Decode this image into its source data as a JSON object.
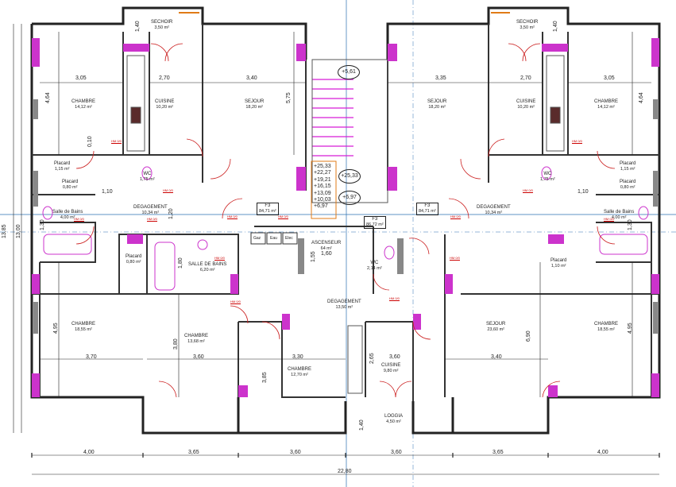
{
  "rooms": {
    "sechoir_l": {
      "name": "SECHOIR",
      "area": "3,50 m²"
    },
    "sechoir_r": {
      "name": "SECHOIR",
      "area": "3,50 m²"
    },
    "chambre_tl": {
      "name": "CHAMBRE",
      "area": "14,12 m²"
    },
    "cuisine_tl": {
      "name": "CUISINE",
      "area": "10,20 m²"
    },
    "sejour_tl": {
      "name": "SEJOUR",
      "area": "18,20 m²"
    },
    "sejour_tr": {
      "name": "SEJOUR",
      "area": "18,20 m²"
    },
    "cuisine_tr": {
      "name": "CUISINE",
      "area": "10,20 m²"
    },
    "chambre_tr": {
      "name": "CHAMBRE",
      "area": "14,12 m²"
    },
    "placard_l": {
      "name": "Placard",
      "area": "1,15 m²"
    },
    "placard_l2": {
      "name": "Placard",
      "area": "0,80 m²"
    },
    "placard_r": {
      "name": "Placard",
      "area": "1,15 m²"
    },
    "placard_r2": {
      "name": "Placard",
      "area": "0,80 m²"
    },
    "wc_l": {
      "name": "WC",
      "area": "1,75 m²"
    },
    "wc_r": {
      "name": "WC",
      "area": "1,75 m²"
    },
    "sdb_l": {
      "name": "Salle de Bains",
      "area": "4,00 m²"
    },
    "sdb_r": {
      "name": "Salle de Bains",
      "area": "4,00 m²"
    },
    "deg_l": {
      "name": "DEGAGEMENT",
      "area": "10,34 m²"
    },
    "deg_r": {
      "name": "DEGAGEMENT",
      "area": "10,34 m²"
    },
    "f3_l": {
      "name": "F3",
      "area": "84,71 m²"
    },
    "f3_r": {
      "name": "F3",
      "area": "84,71 m²"
    },
    "f3_m": {
      "name": "F3",
      "area": "86,72 m²"
    },
    "placard_bl": {
      "name": "Placard",
      "area": "0,80 m²"
    },
    "placard_br": {
      "name": "Placard",
      "area": "1,10 m²"
    },
    "sdb_m": {
      "name": "SALLE DE BAINS",
      "area": "6,20 m²"
    },
    "ascenseur": {
      "name": "ASCENSEUR",
      "area": "64 m²"
    },
    "wc_m": {
      "name": "WC",
      "area": "2,14 m²"
    },
    "deg_m": {
      "name": "DEGAGEMENT",
      "area": "13,50 m²"
    },
    "chambre_bl": {
      "name": "CHAMBRE",
      "area": "18,55 m²"
    },
    "chambre_bl2": {
      "name": "CHAMBRE",
      "area": "13,68 m²"
    },
    "chambre_bm": {
      "name": "CHAMBRE",
      "area": "12,70 m²"
    },
    "cuisine_bm": {
      "name": "CUISINE",
      "area": "9,80 m²"
    },
    "sejour_br": {
      "name": "SEJOUR",
      "area": "23,60 m²"
    },
    "chambre_br": {
      "name": "CHAMBRE",
      "area": "18,55 m²"
    },
    "loggia": {
      "name": "LOGGIA",
      "area": "4,50 m²"
    }
  },
  "shafts": {
    "gaz": "Gaz",
    "eau": "Eau",
    "elec": "Elec"
  },
  "levels": [
    "+25,33",
    "+22,27",
    "+19,21",
    "+16,15",
    "+13,09",
    "+10,03",
    "+6,97"
  ],
  "level_marks": {
    "stair_top": "+5,61",
    "c1": "+25,33",
    "c2": "+6,97"
  },
  "dims": {
    "d_305_l": "3,05",
    "d_270_l": "2,70",
    "d_340_l": "3,40",
    "d_335_r": "3,35",
    "d_270_r": "2,70",
    "d_305_r": "3,05",
    "d_464_l": "4,64",
    "d_464_r": "4,64",
    "d_575": "5,75",
    "d_140_tl": "1,40",
    "d_140_tr": "1,40",
    "d_110_l": "1,10",
    "d_110_r": "1,10",
    "d_120": "1,20",
    "d_130_l": "1,30",
    "d_130_r": "1,30",
    "d_180": "1,80",
    "d_155": "1,55",
    "d_160": "1,60",
    "d_495_l": "4,95",
    "d_495_r": "4,95",
    "d_380": "3,80",
    "d_690": "6,90",
    "d_370": "3,70",
    "d_360_l": "3,60",
    "d_330": "3,30",
    "d_340_b": "3,40",
    "d_385": "3,85",
    "d_265": "2,65",
    "d_360_m": "3,60",
    "d_140_b": "1,40",
    "b_400_l": "4,00",
    "b_365_l": "3,65",
    "b_360_l": "3,60",
    "b_360_r": "3,60",
    "b_365_r": "3,65",
    "b_400_r": "4,00",
    "total_w": "22,80",
    "total_h1": "13,85",
    "total_h2": "13,00",
    "d_010": "0,10"
  },
  "tags": {
    "t": "HM 0/0"
  }
}
